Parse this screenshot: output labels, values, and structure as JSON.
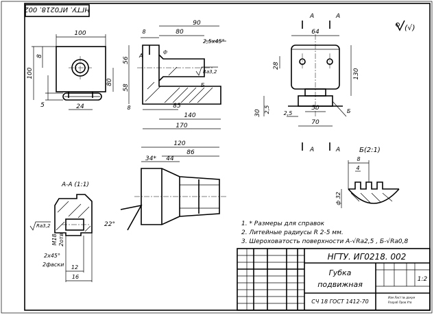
{
  "drawing": {
    "stamp_code_top": "НГТУ. ИГ0218. 002",
    "stamp_code": "НГТУ. ИГ0218. 002",
    "part_name_line1": "Губка",
    "part_name_line2": "подвижная",
    "material": "СЧ 18 ГОСТ 1412-70",
    "scale": "1:2",
    "small_line_1": "Изм Лист № докум",
    "small_line_2": "Разраб Пров Утв"
  },
  "notes": {
    "note1": "1. * Размеры для справок",
    "note2": "2. Литейные радиусы R 2-5 мм.",
    "note3": "3. Шероховатость поверхности А-√Ra2,5 , Б-√Ra0,8"
  },
  "roughness_mark": "(√)",
  "section_titles": {
    "section_aa": "А-А (1:1)",
    "view_b": "Б(2:1)"
  },
  "labels": {
    "cut_a_1": "А",
    "cut_a_2": "А",
    "cut_a_3": "А",
    "cut_a_4": "А",
    "cut_b": "Б",
    "leader_a": "А",
    "leader_b": "Б",
    "rough_32": "Ra3,2",
    "rough_32b": "Ra3,2"
  },
  "dimensions": {
    "front_100": "100",
    "front_100v": "100",
    "front_8": "8",
    "front_5": "5",
    "front_24": "24",
    "front_80": "80",
    "side_8": "8",
    "side_80": "80",
    "side_90": "90",
    "side_chamfer": "2,5x45°",
    "side_56": "56",
    "side_58": "58",
    "side_8b": "8",
    "side_85": "85",
    "side_140": "140",
    "side_170": "170",
    "side_phi": "ф",
    "right_64": "64",
    "right_28": "28",
    "right_130": "130",
    "right_30": "30",
    "right_25": "2,5",
    "right_25b": "2,5",
    "right_50": "50",
    "right_70": "70",
    "bot_120": "120",
    "bot_86": "86",
    "bot_34": "34*",
    "bot_44": "44",
    "bot_22": "22°",
    "sec_m18": "М18",
    "sec_2on": "2отв",
    "sec_chamfer": "2x45°",
    "sec_2faski": "2фаски",
    "sec_12": "12",
    "sec_16": "16",
    "b_8": "8",
    "b_4": "4",
    "b_32": "ф 32"
  }
}
